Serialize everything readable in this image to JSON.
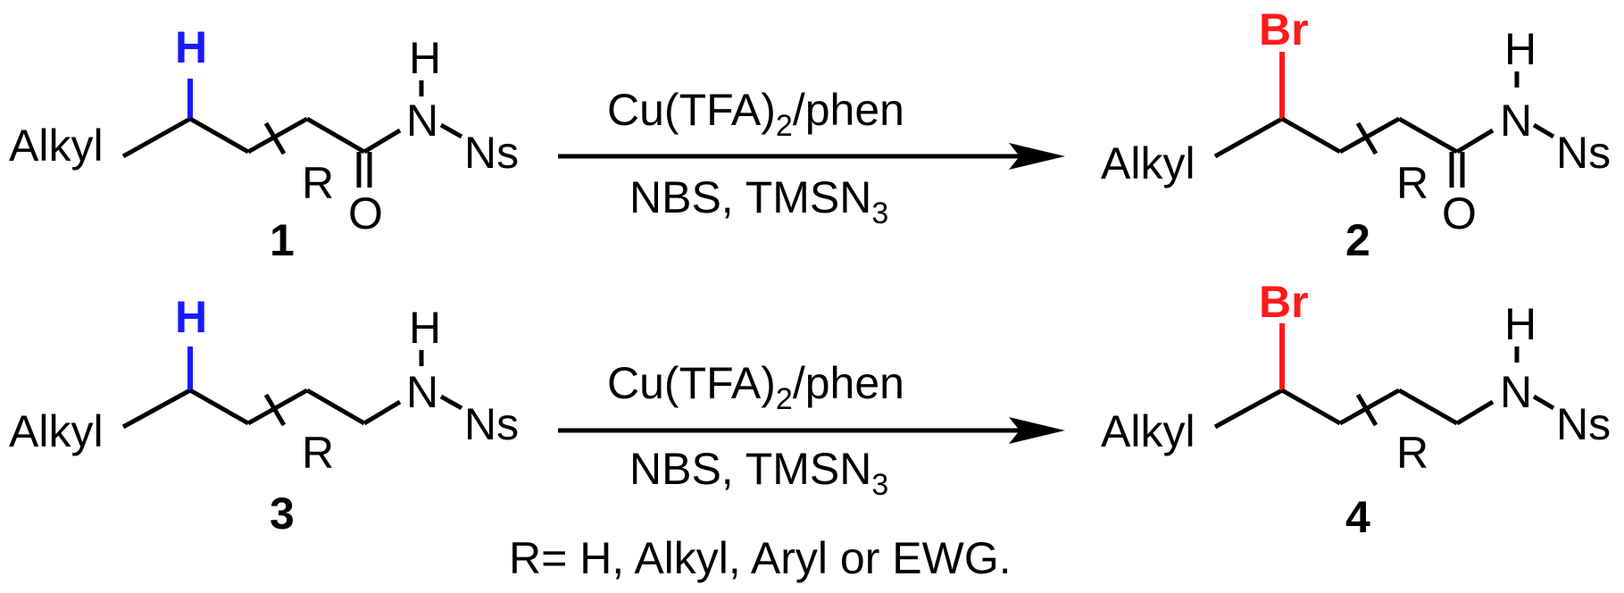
{
  "reactions": [
    {
      "substrate": {
        "alkyl": "Alkyl",
        "h_label": "H",
        "r_label": "R",
        "o_label": "O",
        "nh_label": "H",
        "n_label": "N",
        "ns_label": "Ns",
        "number": "1"
      },
      "conditions": {
        "top_main": "Cu(TFA)",
        "top_sub": "2",
        "top_tail": "/phen",
        "bottom_main": "NBS, TMSN",
        "bottom_sub": "3"
      },
      "product": {
        "alkyl": "Alkyl",
        "br_label": "Br",
        "r_label": "R",
        "o_label": "O",
        "nh_label": "H",
        "n_label": "N",
        "ns_label": "Ns",
        "number": "2"
      }
    },
    {
      "substrate": {
        "alkyl": "Alkyl",
        "h_label": "H",
        "r_label": "R",
        "nh_label": "H",
        "n_label": "N",
        "ns_label": "Ns",
        "number": "3"
      },
      "conditions": {
        "top_main": "Cu(TFA)",
        "top_sub": "2",
        "top_tail": "/phen",
        "bottom_main": "NBS, TMSN",
        "bottom_sub": "3"
      },
      "product": {
        "alkyl": "Alkyl",
        "br_label": "Br",
        "r_label": "R",
        "nh_label": "H",
        "n_label": "N",
        "ns_label": "Ns",
        "number": "4"
      }
    }
  ],
  "footnote": "R= H, Alkyl, Aryl or EWG.",
  "colors": {
    "highlight_h": "#1a1aff",
    "highlight_br": "#ff1a1a",
    "bond": "#000000"
  }
}
